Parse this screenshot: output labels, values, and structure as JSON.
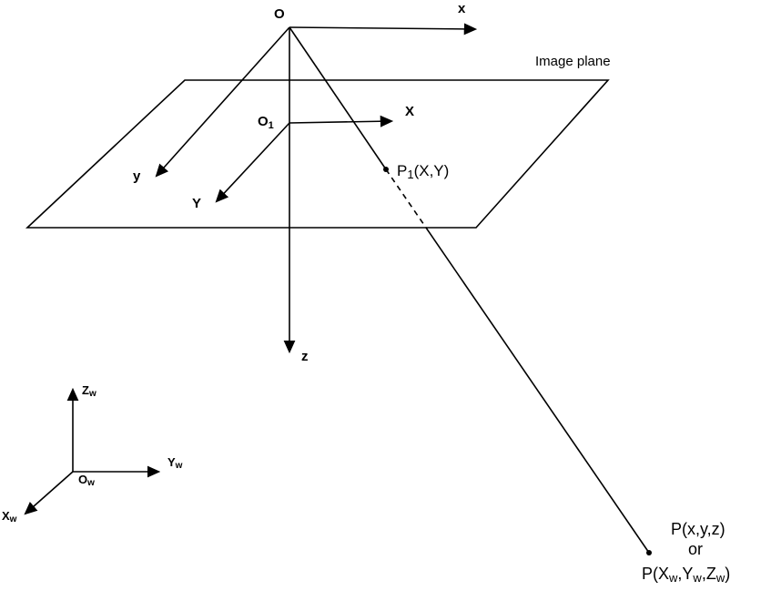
{
  "diagram": {
    "labels": {
      "camera_origin": "O",
      "x_axis": "x",
      "image_plane": "Image plane",
      "image_origin": {
        "main": "O",
        "sub": "1"
      },
      "big_x_axis": "X",
      "y_axis": "y",
      "big_y_axis": "Y",
      "z_axis": "z",
      "p1": {
        "pre": "P",
        "sub": "1",
        "post": "(X,Y)"
      },
      "world_z": {
        "main": "Z",
        "sub": "w"
      },
      "world_y": {
        "main": "Y",
        "sub": "w"
      },
      "world_x": {
        "main": "X",
        "sub": "w"
      },
      "world_origin": {
        "main": "O",
        "sub": "w"
      },
      "p_camera": "P(x,y,z)",
      "or_text": "or",
      "p_world": {
        "t1": "P(X",
        "s1": "w",
        "t2": ",Y",
        "s2": "w",
        "t3": ",Z",
        "s3": "w",
        "t4": ")"
      }
    },
    "colors": {
      "line": "#000000",
      "background": "#ffffff"
    }
  }
}
